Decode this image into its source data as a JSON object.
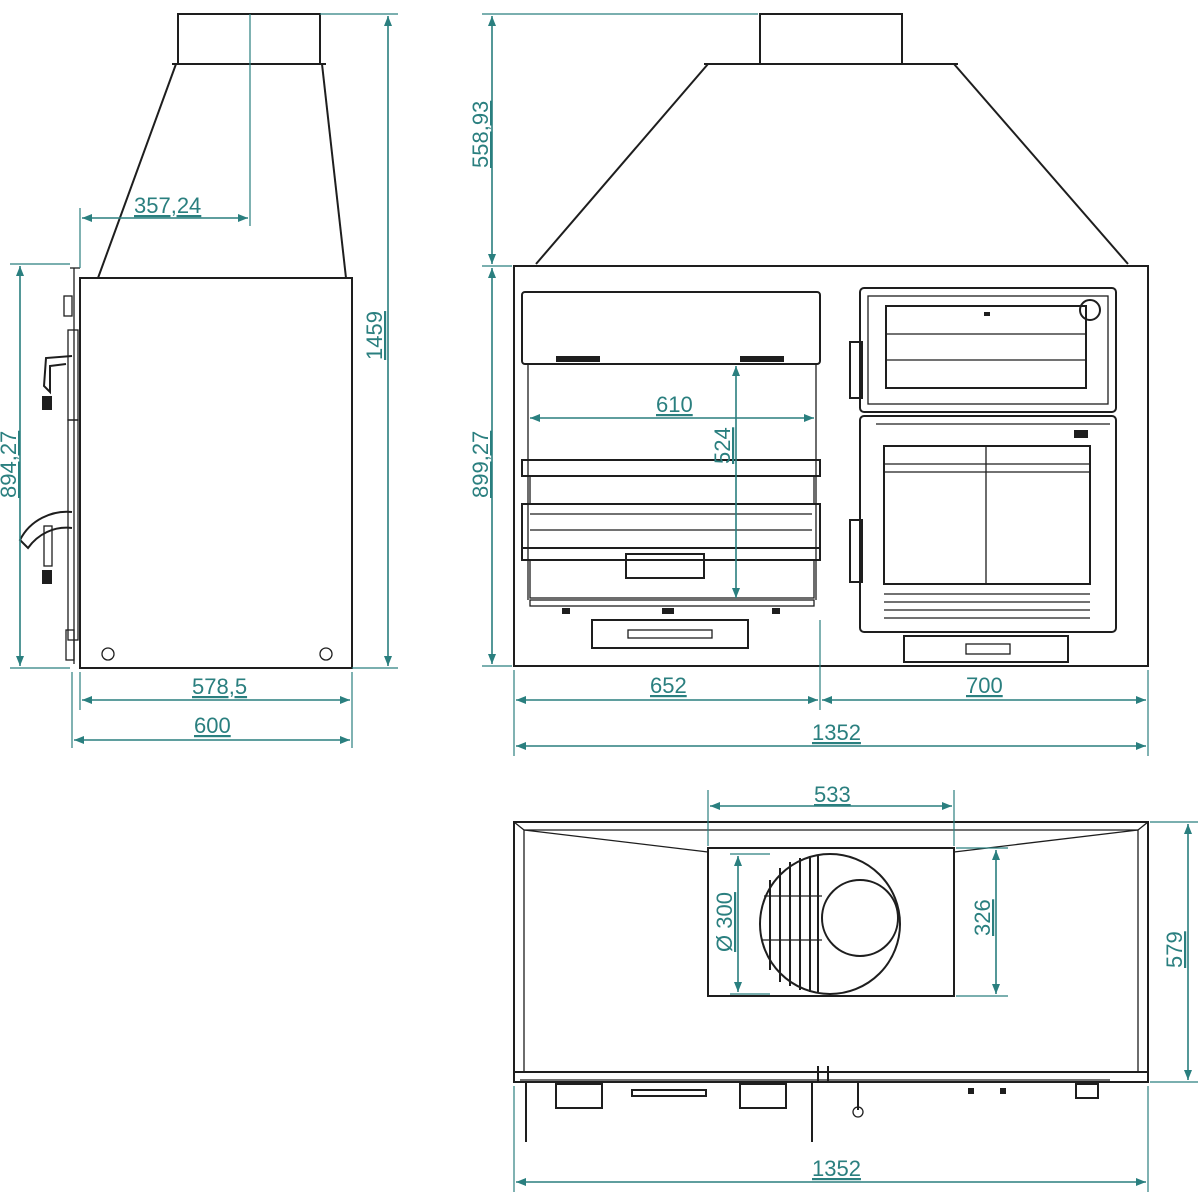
{
  "dimensions": {
    "side_hood_offset": "357,24",
    "side_total_height": "1459",
    "side_body_height": "894,27",
    "side_depth_inner": "578,5",
    "side_depth_total": "600",
    "front_hood_height": "558,93",
    "front_body_height": "899,27",
    "front_grill_width": "610",
    "front_grill_height": "524",
    "front_left_width": "652",
    "front_right_width": "700",
    "front_total_width": "1352",
    "top_flue_width": "533",
    "top_flue_diameter": "Ø 300",
    "top_flue_depth": "326",
    "top_depth": "579",
    "top_total_width": "1352"
  },
  "colors": {
    "line": "#1e1e1e",
    "dimension": "#2a7f7f"
  }
}
